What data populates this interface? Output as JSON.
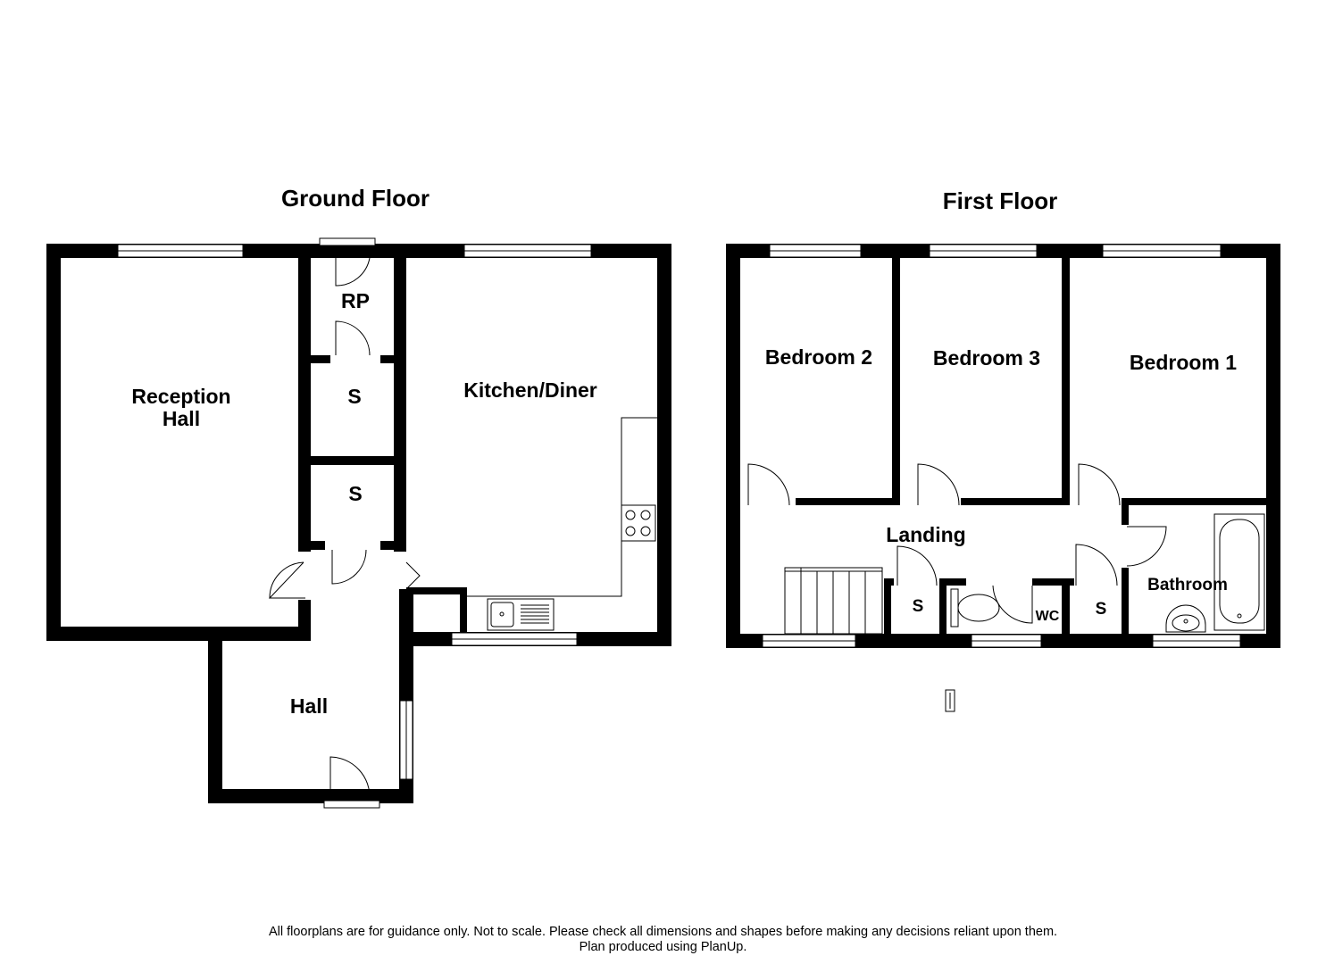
{
  "floors": {
    "ground": {
      "title": "Ground Floor",
      "rooms": {
        "reception_hall_line1": "Reception",
        "reception_hall_line2": "Hall",
        "rp": "RP",
        "store_upper": "S",
        "store_lower": "S",
        "kitchen_diner": "Kitchen/Diner",
        "hall": "Hall"
      }
    },
    "first": {
      "title": "First Floor",
      "rooms": {
        "bedroom_2": "Bedroom 2",
        "bedroom_3": "Bedroom 3",
        "bedroom_1": "Bedroom 1",
        "landing": "Landing",
        "store_left": "S",
        "wc": "WC",
        "store_right": "S",
        "bathroom": "Bathroom"
      }
    }
  },
  "footer": {
    "disclaimer": "All floorplans are for guidance only. Not to scale. Please check all dimensions and shapes before making any decisions reliant upon them.",
    "credit": "Plan produced using PlanUp."
  }
}
